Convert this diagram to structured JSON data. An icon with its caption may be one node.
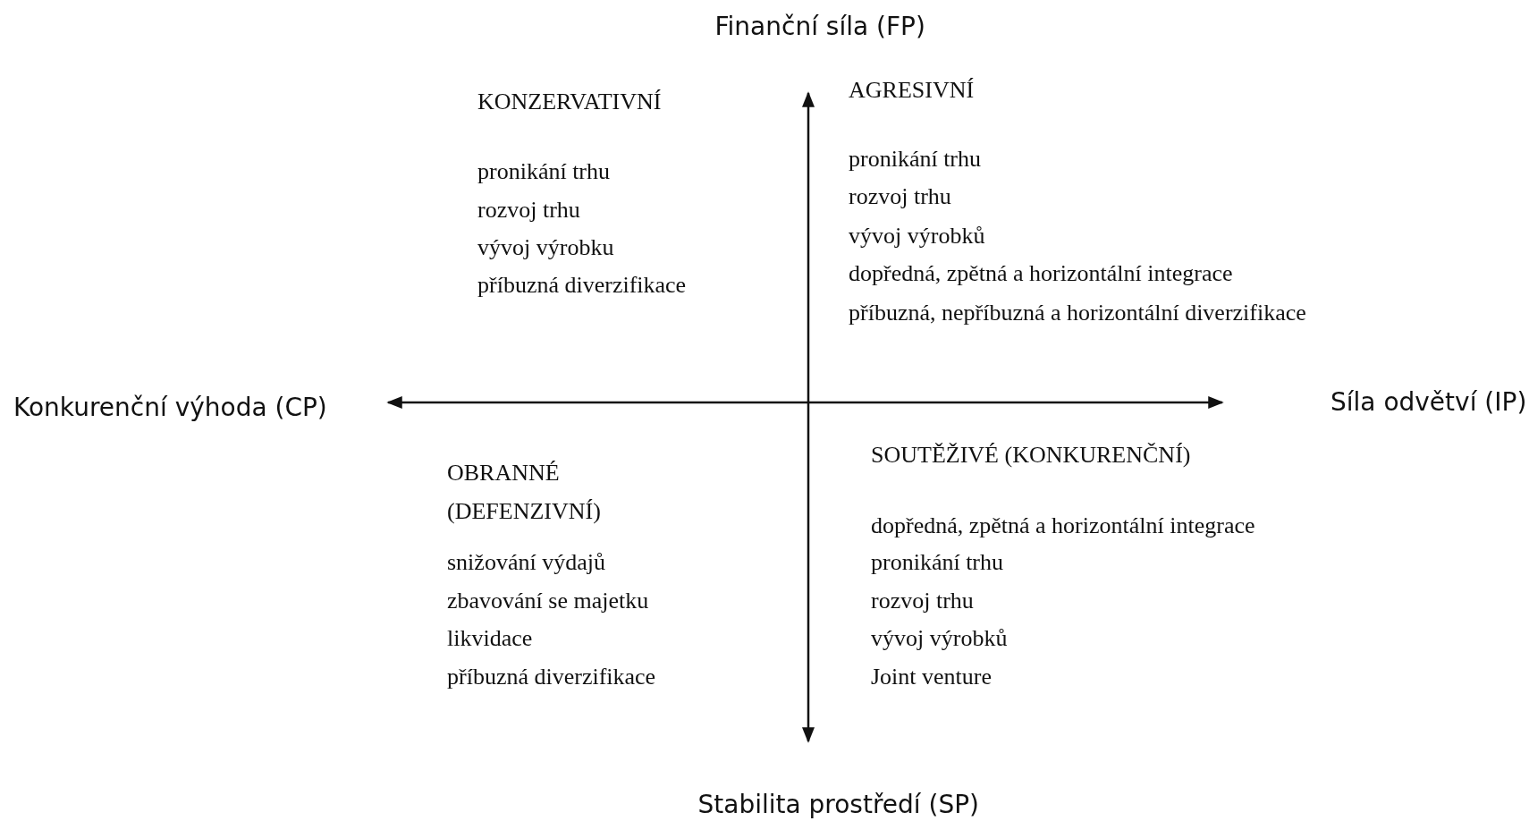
{
  "diagram": {
    "labels": [
      "Finanční síla (FP)",
      "KONZERVATIVNÍ",
      "pronikání trhu",
      "rozvoj trhu",
      "vývoj výrobku",
      "příbuzná diverzifikace",
      "AGRESIVNÍ",
      "pronikání trhu",
      "rozvoj trhu",
      "vývoj výrobků",
      "dopředná, zpětná a horizontální integrace",
      "příbuzná, nepříbuzná a horizontální diverzifikace",
      "Konkurenční výhoda (CP)",
      "Síla odvětví (IP)",
      "OBRANNÉ (DEFENZIVNÍ)",
      "snižování výdajů",
      "zbavování se majetku",
      "likvidace",
      "příbuzná diverzifikace",
      "SOUTĚŽIVÉ (KONKURENČNÍ)",
      "dopředná, zpětná a horizontální integrace",
      "pronikání trhu",
      "rozvoj trhu",
      "vývoj výrobků",
      "Joint venture",
      "Stabilita prostředí (SP)"
    ]
  }
}
